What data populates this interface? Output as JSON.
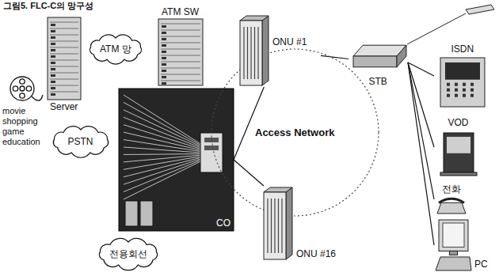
{
  "diagram": {
    "title": "그림5. FLC-C의 망구성",
    "nodes": [
      {
        "text": [
          "ATM SW"
        ]
      },
      {
        "text": [
          "ATM 망"
        ]
      },
      {
        "text": [
          "Server"
        ]
      },
      {
        "text": [
          "PSTN"
        ]
      },
      {
        "text": [
          "전용회선"
        ]
      },
      {
        "text": [
          "CO"
        ]
      },
      {
        "text": [
          "Access Network"
        ]
      },
      {
        "text": [
          "ONU #1"
        ]
      },
      {
        "text": [
          "ONU #16"
        ]
      },
      {
        "text": [
          "STB"
        ]
      },
      {
        "text": [
          "ISDN"
        ]
      },
      {
        "text": [
          "VOD"
        ]
      },
      {
        "text": [
          "전화"
        ]
      },
      {
        "text": [
          "PC"
        ]
      }
    ],
    "edges": [
      {
        "from": 5,
        "to": 7,
        "arrow": "none"
      },
      {
        "from": 5,
        "to": 8,
        "arrow": "none"
      },
      {
        "from": 7,
        "to": 9,
        "arrow": "none"
      },
      {
        "from": 9,
        "to": 10,
        "arrow": "none"
      },
      {
        "from": 9,
        "to": 11,
        "arrow": "none"
      },
      {
        "from": 9,
        "to": 12,
        "arrow": "none"
      },
      {
        "from": 9,
        "to": 13,
        "arrow": "none"
      }
    ],
    "labels": [
      "movie shopping game education"
    ]
  }
}
